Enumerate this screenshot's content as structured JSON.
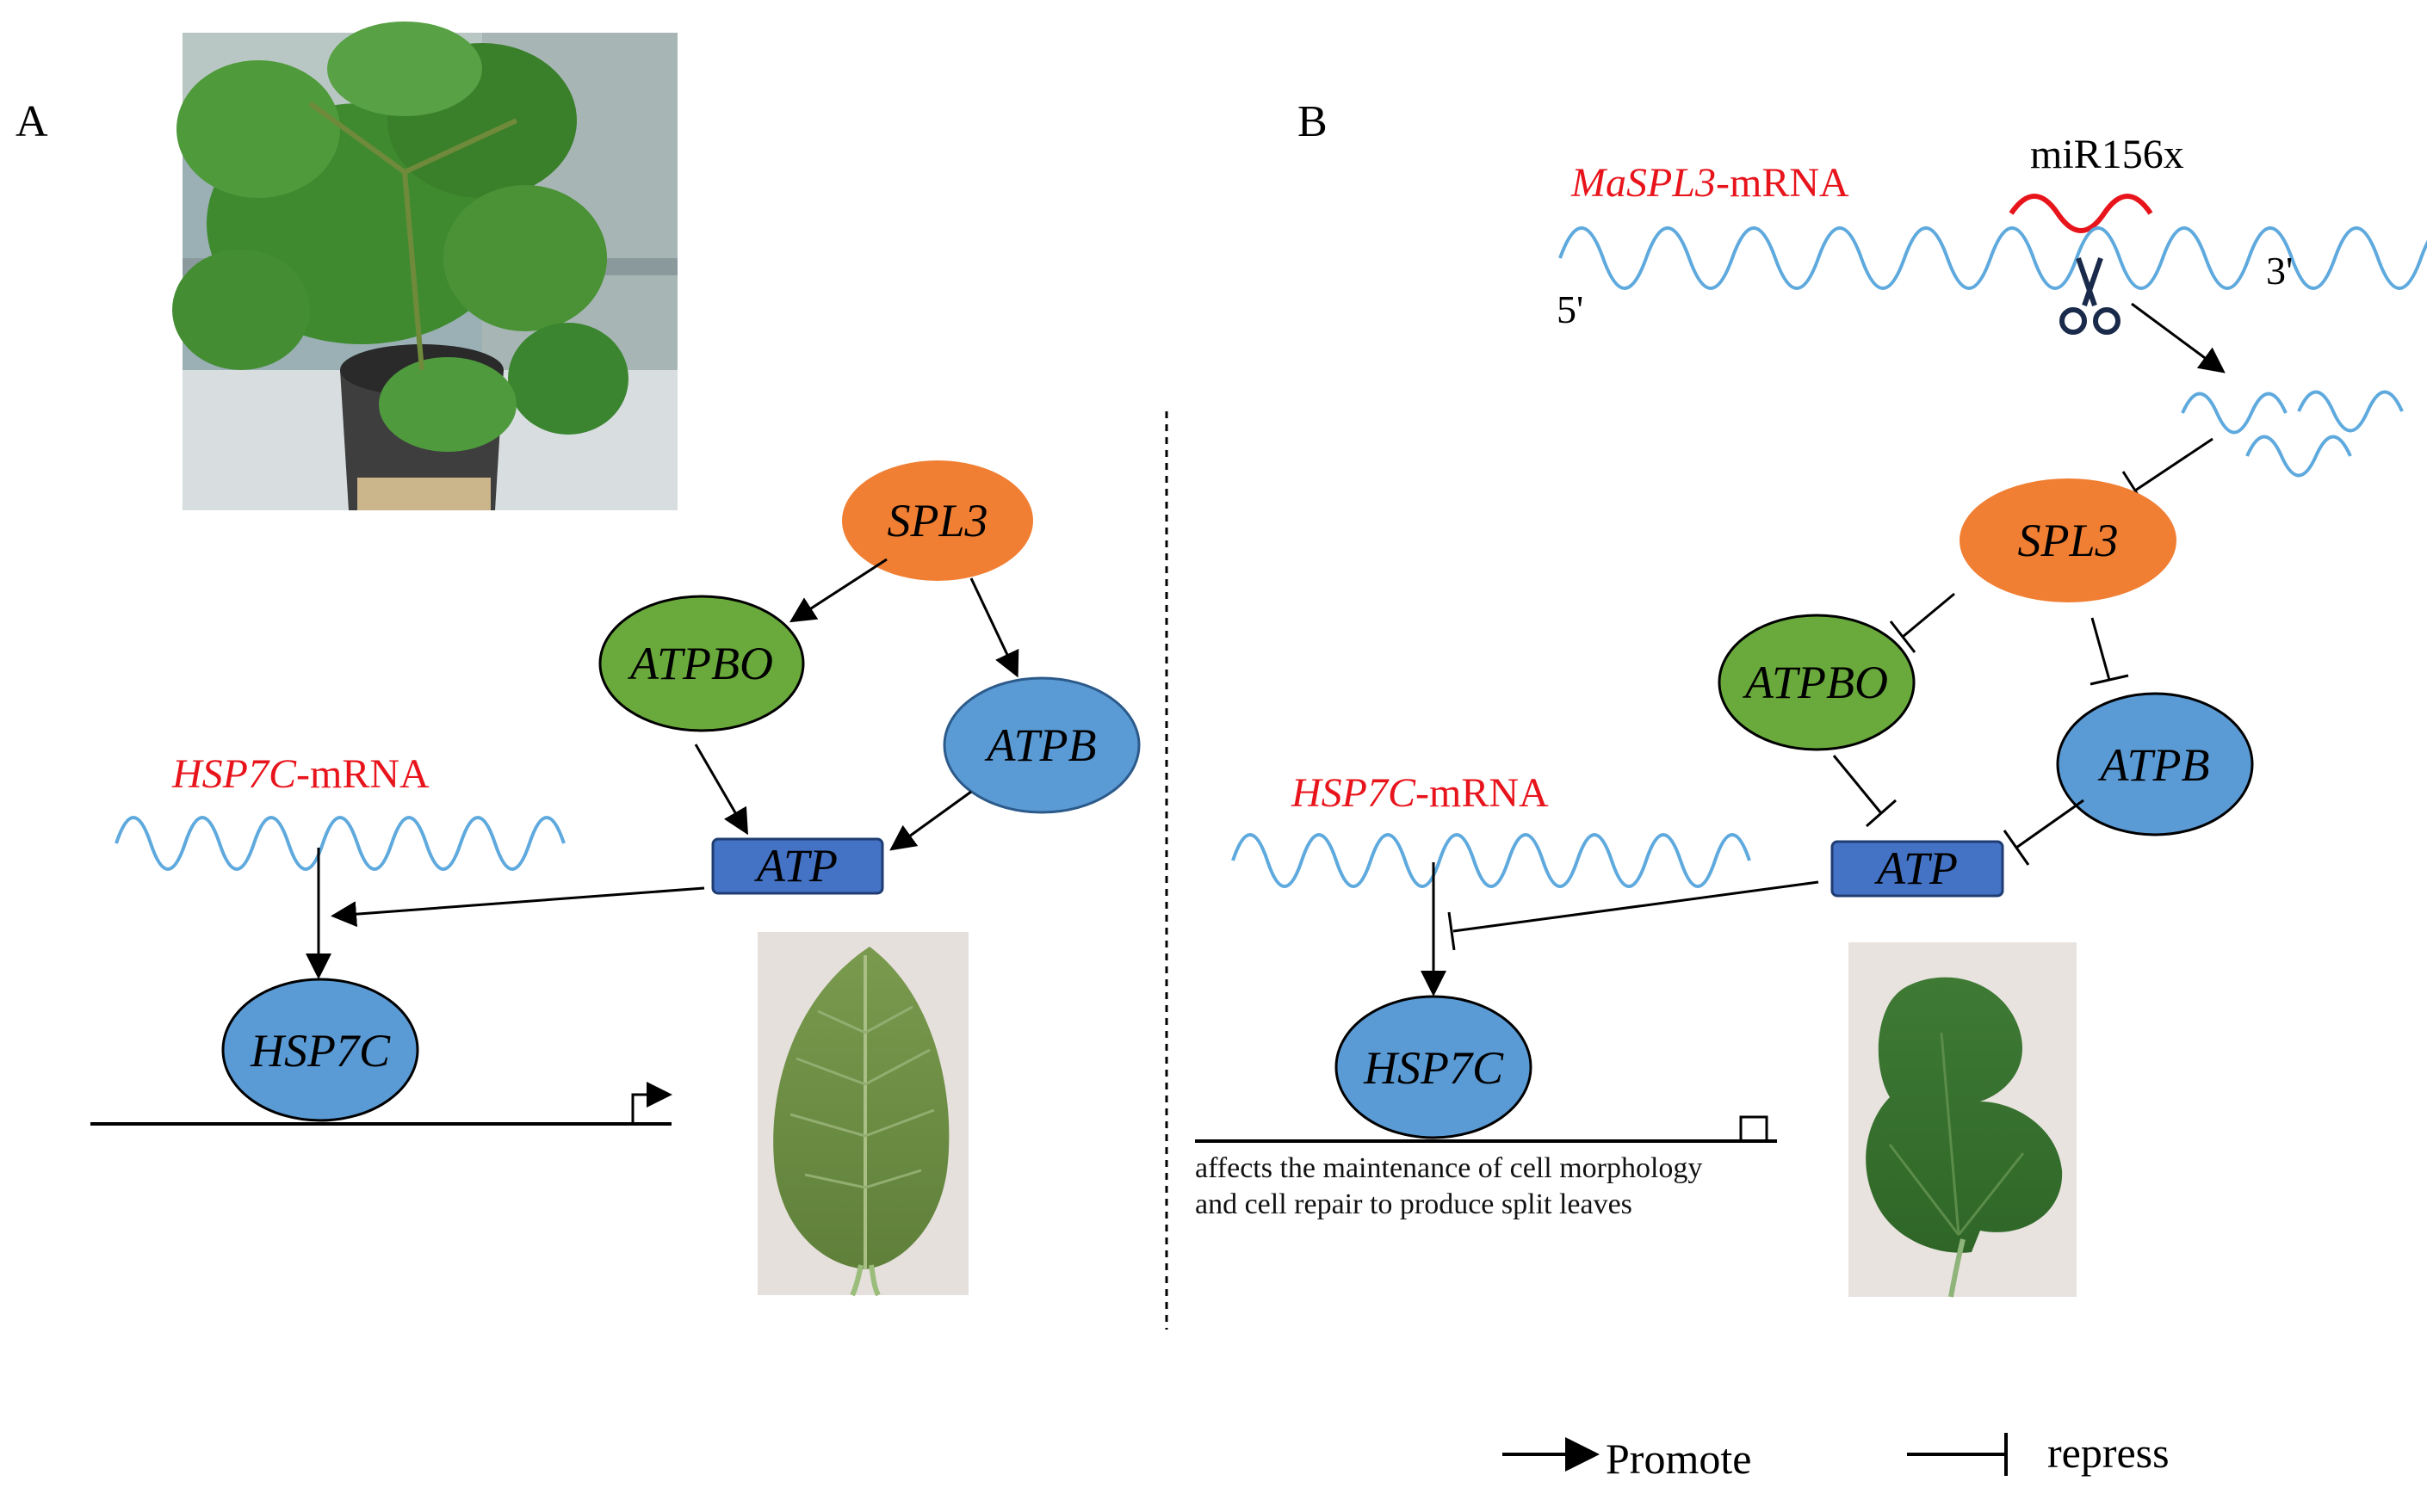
{
  "panels": {
    "a": "A",
    "b": "B"
  },
  "colors": {
    "spl3": "#f07f34",
    "atpbo": "#6aaa3c",
    "blue_node": "#5b9bd5",
    "atp_box": "#4472c4",
    "mrna_wave": "#5ea9dd",
    "mir_wave": "#e8141c",
    "label_red": "#e8141c"
  },
  "panel_a": {
    "nodes": {
      "spl3": "SPL3",
      "atpbo": "ATPBO",
      "atpb": "ATPB",
      "atp": "ATP",
      "hsp7c": "HSP7C"
    },
    "mrna": {
      "gene": "HSP7C",
      "suffix": "-mRNA"
    }
  },
  "panel_b": {
    "mrna_top": {
      "gene": "MaSPL3",
      "suffix": "-mRNA",
      "five_prime": "5'",
      "three_prime": "3'"
    },
    "mirna": "miR156x",
    "nodes": {
      "spl3": "SPL3",
      "atpbo": "ATPBO",
      "atpb": "ATPB",
      "atp": "ATP",
      "hsp7c": "HSP7C"
    },
    "mrna": {
      "gene": "HSP7C",
      "suffix": "-mRNA"
    },
    "caption": {
      "line1": "affects the maintenance of cell morphology",
      "line2": "and cell repair to produce split leaves"
    }
  },
  "legend": {
    "promote": "Promote",
    "repress": "repress"
  }
}
